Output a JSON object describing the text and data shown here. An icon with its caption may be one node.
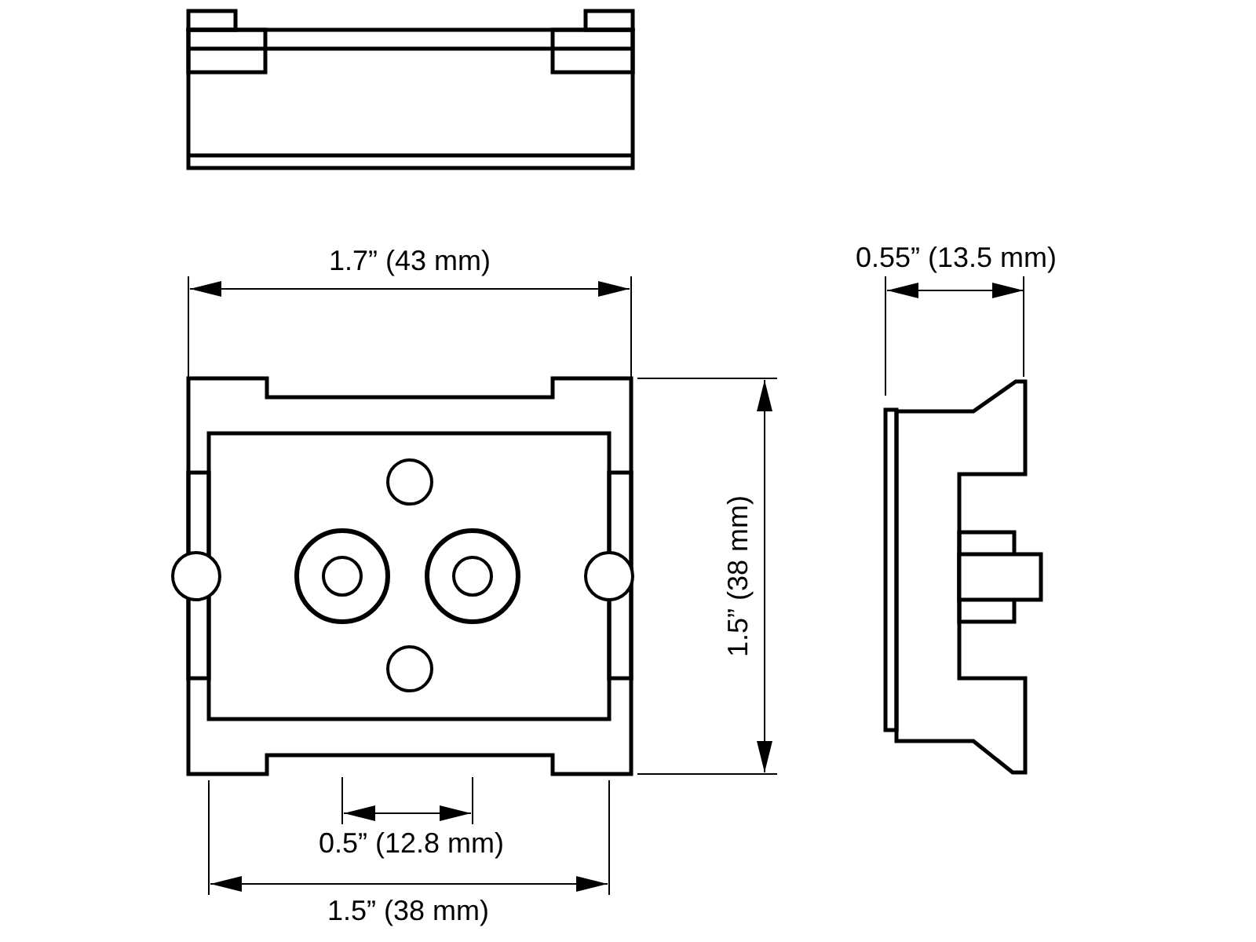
{
  "diagram": {
    "labels": [
      "1.7” (43 mm)",
      "0.55” (13.5 mm)",
      "1.5” (38 mm)",
      "0.5” (12.8 mm)",
      "1.5” (38 mm)"
    ]
  }
}
